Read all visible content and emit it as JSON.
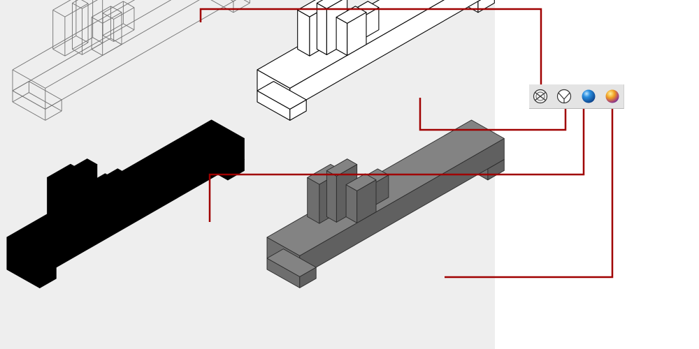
{
  "colors": {
    "panel_background": "#eeeeee",
    "callout_line": "#a00000",
    "wireframe_edge": "#707070",
    "hidden_edge": "#000000",
    "flat_fill": "#000000",
    "gouraud_top": "#838383",
    "gouraud_front": "#606060",
    "gouraud_right": "#6e6e6e"
  },
  "toolbar": {
    "buttons": [
      {
        "icon": "wireframe-shading-icon"
      },
      {
        "icon": "hidden-line-shading-icon"
      },
      {
        "icon": "flat-shading-icon"
      },
      {
        "icon": "gouraud-shading-icon"
      }
    ]
  },
  "views": [
    {
      "style": "wireframe"
    },
    {
      "style": "hidden-line"
    },
    {
      "style": "flat"
    },
    {
      "style": "gouraud"
    }
  ]
}
